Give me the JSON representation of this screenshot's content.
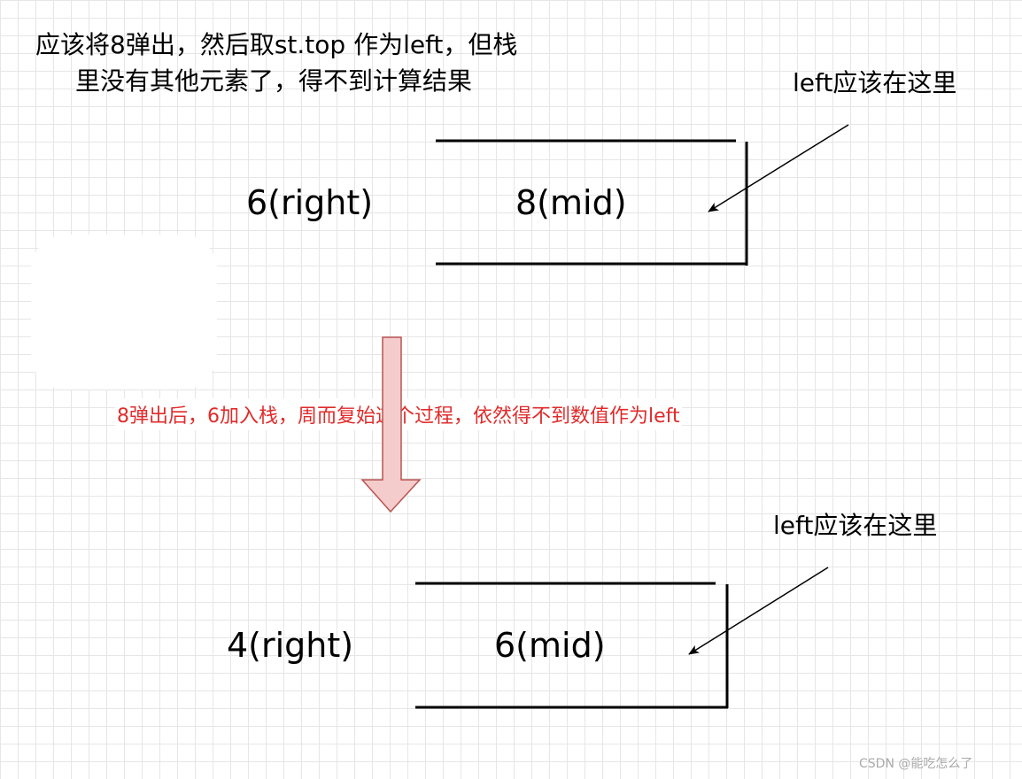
{
  "top_note": {
    "line1": "应该将8弹出，然后取st.top 作为left，但栈",
    "line2": "里没有其他元素了，得不到计算结果"
  },
  "diagram1": {
    "right_label": "6(right)",
    "mid_label": "8(mid)",
    "left_label": "left应该在这里"
  },
  "transition_note": "8弹出后，6加入栈，周而复始这个过程，依然得不到数值作为left",
  "diagram2": {
    "right_label": "4(right)",
    "mid_label": "6(mid)",
    "left_label": "left应该在这里"
  },
  "watermark": "CSDN @能吃怎么了",
  "colors": {
    "red_text": "#e02b2b",
    "arrow_fill": "#f4cccc",
    "arrow_stroke": "#b85450"
  }
}
